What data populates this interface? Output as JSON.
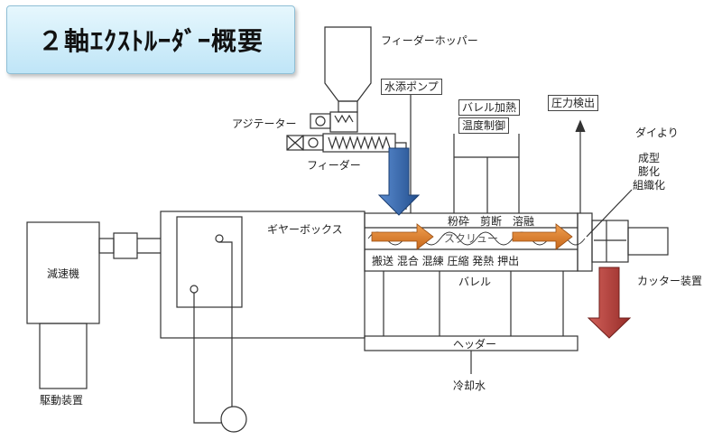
{
  "title": "２軸ｴｸｽﾄﾙｰﾀﾞｰ概要",
  "labels": {
    "feeder_hopper": "フィーダーホッパー",
    "water_pump": "水添ポンプ",
    "agitator": "アジテーター",
    "feeder": "フィーダー",
    "barrel_heating": "バレル加熱",
    "temp_control": "温度制御",
    "pressure_detect": "圧力検出",
    "from_die": "ダイより",
    "molding_1": "成型",
    "molding_2": "膨化",
    "molding_3": "組織化",
    "gearbox": "ギヤーボックス",
    "reducer": "減速機",
    "drive": "駆動装置",
    "screw": "スクリュー",
    "process_top": "粉砕　剪断　溶融",
    "process_bottom": "搬送 混合 混練 圧縮 発熱 押出",
    "barrel": "バレル",
    "header": "ヘッダー",
    "cooling_water": "冷却水",
    "cutter": "カッター装置"
  },
  "colors": {
    "water_arrow": "#2b5fa5",
    "flow_arrow": "#d97a20",
    "output_arrow": "#b03a36"
  }
}
